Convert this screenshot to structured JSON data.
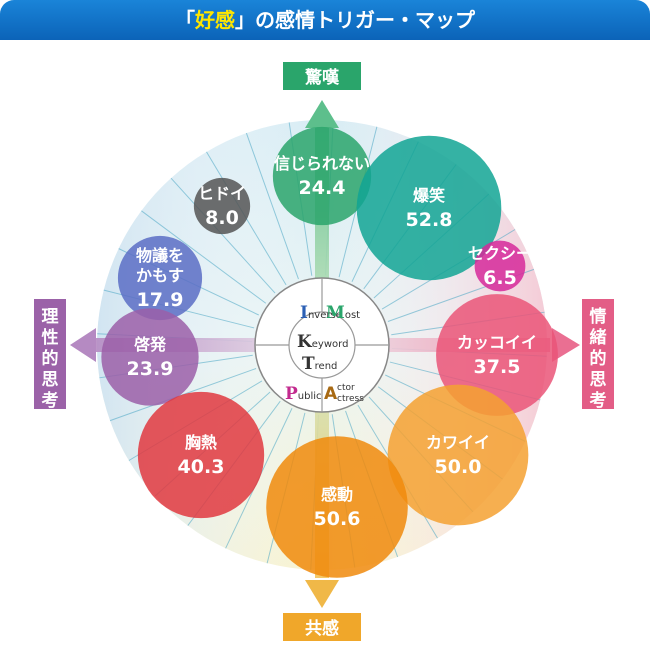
{
  "header": {
    "title_open": "「",
    "title_highlight": "好感",
    "title_rest": "」の感情トリガー・マップ"
  },
  "axes": {
    "top": "驚嘆",
    "bottom": "共感",
    "left": "理性的思考",
    "right": "情緒的思考"
  },
  "center_logo": {
    "inverse": {
      "initial": "I",
      "rest": "nverse"
    },
    "most": {
      "initial": "M",
      "rest": "ost"
    },
    "keyword": {
      "initial": "K",
      "rest": "eyword"
    },
    "trend": {
      "initial": "T",
      "rest": "rend"
    },
    "public": {
      "initial": "P",
      "rest": "ublic"
    },
    "actor": {
      "initial": "A",
      "rest1": "ctor",
      "rest2": "ctress"
    }
  },
  "colors": {
    "title_bar": "#0b63b8",
    "title_highlight": "#ffe600",
    "top_axis": "#2aa56b",
    "bottom_axis": "#f0a72a",
    "left_axis": "#9b62a8",
    "right_axis": "#e35d86"
  },
  "chart_data": {
    "type": "bubble",
    "title": "「好感」の感情トリガー・マップ",
    "series": [
      {
        "label_lines": [
          "ヒドイ"
        ],
        "value": 8.0,
        "value_label": "8.0",
        "color": "#555555"
      },
      {
        "label_lines": [
          "信じられない"
        ],
        "value": 24.4,
        "value_label": "24.4",
        "color": "#2aa56b"
      },
      {
        "label_lines": [
          "爆笑"
        ],
        "value": 52.8,
        "value_label": "52.8",
        "color": "#12a594"
      },
      {
        "label_lines": [
          "セクシー"
        ],
        "value": 6.5,
        "value_label": "6.5",
        "color": "#d6299a"
      },
      {
        "label_lines": [
          "物議を",
          "かもす"
        ],
        "value": 17.9,
        "value_label": "17.9",
        "color": "#5a6dc4"
      },
      {
        "label_lines": [
          "啓発"
        ],
        "value": 23.9,
        "value_label": "23.9",
        "color": "#9b5fa8"
      },
      {
        "label_lines": [
          "カッコイイ"
        ],
        "value": 37.5,
        "value_label": "37.5",
        "color": "#ea5578"
      },
      {
        "label_lines": [
          "胸熱"
        ],
        "value": 40.3,
        "value_label": "40.3",
        "color": "#e0383f"
      },
      {
        "label_lines": [
          "カワイイ"
        ],
        "value": 50.0,
        "value_label": "50.0",
        "color": "#f5a131"
      },
      {
        "label_lines": [
          "感動"
        ],
        "value": 50.6,
        "value_label": "50.6",
        "color": "#f08a0c"
      }
    ]
  }
}
